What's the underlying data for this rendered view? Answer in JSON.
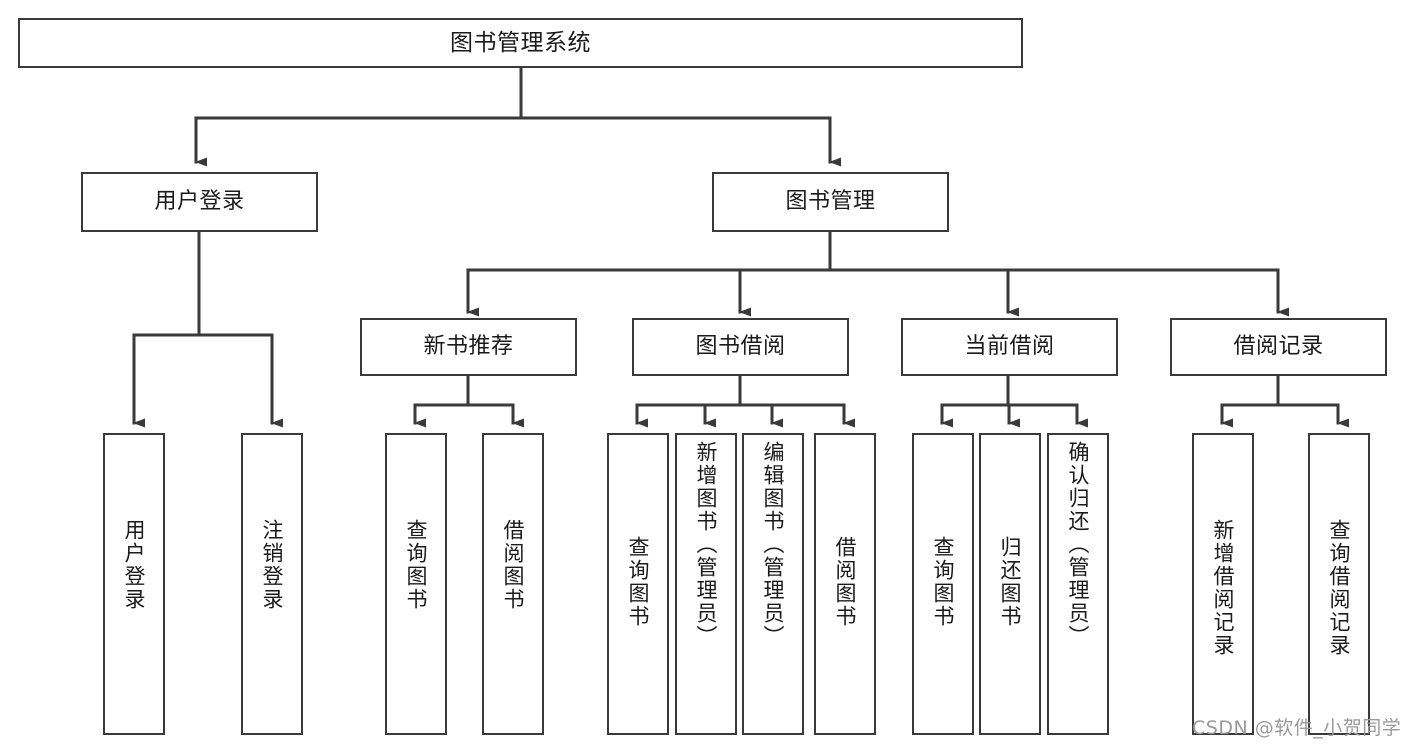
{
  "diagram": {
    "title": "图书管理系统",
    "type": "tree",
    "watermark": "CSDN @软件_小贺同学",
    "colors": {
      "box_border": "#3a3a3a",
      "box_fill": "#ffffff",
      "connector": "#3a3a3a",
      "text": "#1a1a1a",
      "watermark": "#9a9a9a",
      "background": "#ffffff"
    },
    "root": {
      "label": "图书管理系统"
    },
    "level1": [
      {
        "label": "用户登录"
      },
      {
        "label": "图书管理"
      }
    ],
    "level2": [
      {
        "label": "新书推荐"
      },
      {
        "label": "图书借阅"
      },
      {
        "label": "当前借阅"
      },
      {
        "label": "借阅记录"
      }
    ],
    "leaves": {
      "user_login": [
        {
          "label": "用户登录"
        },
        {
          "label": "注销登录"
        }
      ],
      "new_book_recommend": [
        {
          "label": "查询图书"
        },
        {
          "label": "借阅图书"
        }
      ],
      "book_borrow": [
        {
          "label": "查询图书"
        },
        {
          "label": "新增图书（管理员）"
        },
        {
          "label": "编辑图书（管理员）"
        },
        {
          "label": "借阅图书"
        }
      ],
      "current_borrow": [
        {
          "label": "查询图书"
        },
        {
          "label": "归还图书"
        },
        {
          "label": "确认归还（管理员）"
        }
      ],
      "borrow_record": [
        {
          "label": "新增借阅记录"
        },
        {
          "label": "查询借阅记录"
        }
      ]
    }
  }
}
